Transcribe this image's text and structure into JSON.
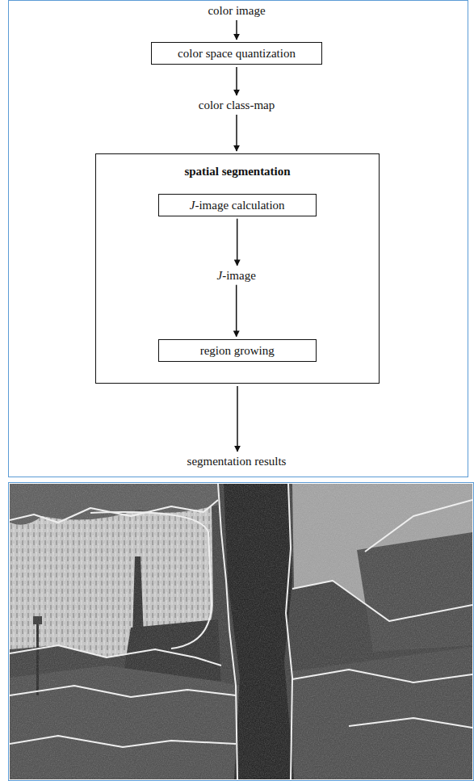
{
  "diagram": {
    "nodes": [
      {
        "text": [
          "color image"
        ]
      },
      {
        "text": [
          "color space quantization"
        ]
      },
      {
        "text": [
          "color class-map"
        ]
      },
      {
        "text": [
          "spatial segmentation"
        ]
      },
      {
        "text": [
          "J-image calculation"
        ],
        "in": 3
      },
      {
        "text": [
          "J-image"
        ],
        "in": 3
      },
      {
        "text": [
          "region growing"
        ],
        "in": 3
      },
      {
        "text": [
          "segmentation results"
        ]
      }
    ],
    "edges": [
      {
        "from": 0,
        "to": 1,
        "arrow": "to"
      },
      {
        "from": 1,
        "to": 2,
        "arrow": "to"
      },
      {
        "from": 2,
        "to": 3,
        "arrow": "to"
      },
      {
        "from": 4,
        "to": 5,
        "arrow": "to"
      },
      {
        "from": 5,
        "to": 6,
        "arrow": "to"
      },
      {
        "from": 3,
        "to": 7,
        "arrow": "to"
      }
    ]
  }
}
